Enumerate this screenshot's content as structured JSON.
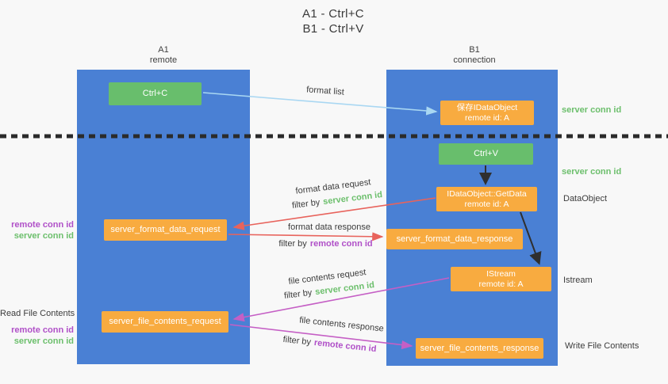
{
  "title": {
    "line1": "A1 - Ctrl+C",
    "line2": "B1 - Ctrl+V"
  },
  "columns": {
    "left": {
      "name": "A1",
      "subtitle": "remote"
    },
    "right": {
      "name": "B1",
      "subtitle": "connection"
    }
  },
  "boxes": {
    "ctrl_c": {
      "label": "Ctrl+C"
    },
    "save_idataobject": {
      "line1": "保存IDataObject",
      "line2": "remote id: A"
    },
    "ctrl_v": {
      "label": "Ctrl+V"
    },
    "getdata": {
      "line1": "IDataObject::GetData",
      "line2": "remote id: A"
    },
    "format_request": {
      "label": "server_format_data_request"
    },
    "format_response": {
      "label": "server_format_data_response"
    },
    "istream": {
      "line1": "IStream",
      "line2": "remote id: A"
    },
    "file_request": {
      "label": "server_file_contents_request"
    },
    "file_response": {
      "label": "server_file_contents_response"
    }
  },
  "arrow_labels": {
    "format_list": "format list",
    "format_data_request": "format data request",
    "format_data_response": "format data response",
    "file_contents_request": "file contents request",
    "file_contents_response": "file contents response",
    "filter_by": "filter by",
    "server_conn_id": "server conn id",
    "remote_conn_id": "remote conn id"
  },
  "side_labels": {
    "server_conn_id": "server conn id",
    "remote_conn_id": "remote conn id",
    "dataobject": "DataObject",
    "istream": "Istream",
    "read_file_contents": "Read File Contents",
    "write_file_contents": "Write File Contents"
  },
  "colors": {
    "column_blue": "#4a80d4",
    "box_green": "#68be6c",
    "box_orange": "#f8ab40",
    "arrow_lightblue": "#a9d7f2",
    "arrow_red": "#e8635c",
    "arrow_magenta": "#c55fc5",
    "arrow_black": "#2f2f2f",
    "text_green": "#6cbf6c",
    "text_purple": "#b050c8",
    "text_dark": "#3c3c3c",
    "background": "#f8f8f8"
  }
}
